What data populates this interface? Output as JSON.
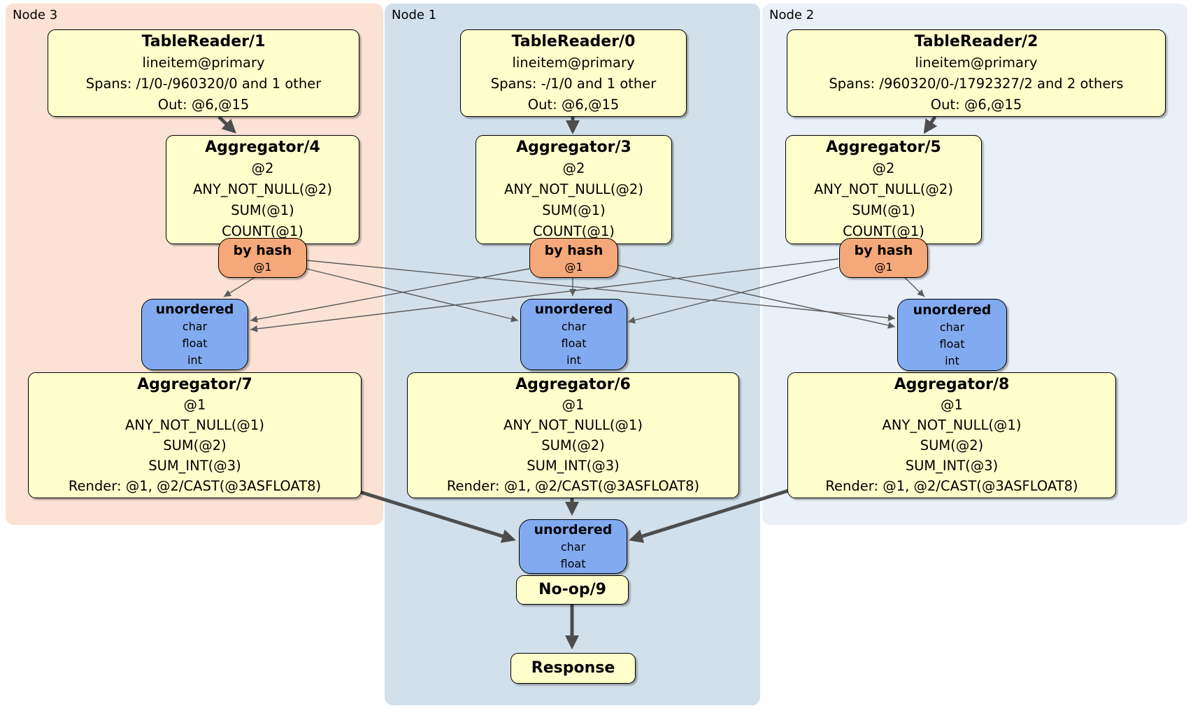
{
  "regions": {
    "node3": {
      "label": "Node 3"
    },
    "node1": {
      "label": "Node 1"
    },
    "node2": {
      "label": "Node 2"
    }
  },
  "processors": {
    "tablereader1": {
      "title": "TableReader/1",
      "lines": [
        "lineitem@primary",
        "Spans: /1/0-/960320/0 and 1 other",
        "Out: @6,@15"
      ]
    },
    "tablereader0": {
      "title": "TableReader/0",
      "lines": [
        "lineitem@primary",
        "Spans: -/1/0 and 1 other",
        "Out: @6,@15"
      ]
    },
    "tablereader2": {
      "title": "TableReader/2",
      "lines": [
        "lineitem@primary",
        "Spans: /960320/0-/1792327/2 and 2 others",
        "Out: @6,@15"
      ]
    },
    "aggregator4": {
      "title": "Aggregator/4",
      "lines": [
        "@2",
        "ANY_NOT_NULL(@2)",
        "SUM(@1)",
        "COUNT(@1)"
      ]
    },
    "aggregator3": {
      "title": "Aggregator/3",
      "lines": [
        "@2",
        "ANY_NOT_NULL(@2)",
        "SUM(@1)",
        "COUNT(@1)"
      ]
    },
    "aggregator5": {
      "title": "Aggregator/5",
      "lines": [
        "@2",
        "ANY_NOT_NULL(@2)",
        "SUM(@1)",
        "COUNT(@1)"
      ]
    },
    "router_node3": {
      "title": "by hash",
      "lines": [
        "@1"
      ]
    },
    "router_node1": {
      "title": "by hash",
      "lines": [
        "@1"
      ]
    },
    "router_node2": {
      "title": "by hash",
      "lines": [
        "@1"
      ]
    },
    "sync_node3": {
      "title": "unordered",
      "lines": [
        "char",
        "float",
        "int"
      ]
    },
    "sync_node1": {
      "title": "unordered",
      "lines": [
        "char",
        "float",
        "int"
      ]
    },
    "sync_node2": {
      "title": "unordered",
      "lines": [
        "char",
        "float",
        "int"
      ]
    },
    "aggregator7": {
      "title": "Aggregator/7",
      "lines": [
        "@1",
        "ANY_NOT_NULL(@1)",
        "SUM(@2)",
        "SUM_INT(@3)",
        "Render: @1, @2/CAST(@3ASFLOAT8)"
      ]
    },
    "aggregator6": {
      "title": "Aggregator/6",
      "lines": [
        "@1",
        "ANY_NOT_NULL(@1)",
        "SUM(@2)",
        "SUM_INT(@3)",
        "Render: @1, @2/CAST(@3ASFLOAT8)"
      ]
    },
    "aggregator8": {
      "title": "Aggregator/8",
      "lines": [
        "@1",
        "ANY_NOT_NULL(@1)",
        "SUM(@2)",
        "SUM_INT(@3)",
        "Render: @1, @2/CAST(@3ASFLOAT8)"
      ]
    },
    "sync_final": {
      "title": "unordered",
      "lines": [
        "char",
        "float"
      ]
    },
    "noop": {
      "title": "No-op/9"
    },
    "response": {
      "title": "Response"
    }
  },
  "colors": {
    "region_node3": "#fce2d4",
    "region_node1": "#d2e0eb",
    "region_node2": "#eaf0f8",
    "processor_fill": "#ffffcc",
    "router_fill": "#f5a879",
    "sync_fill": "#82aaf0",
    "edge": "#4d4d4d",
    "edge_thin": "#5c5c5c"
  }
}
